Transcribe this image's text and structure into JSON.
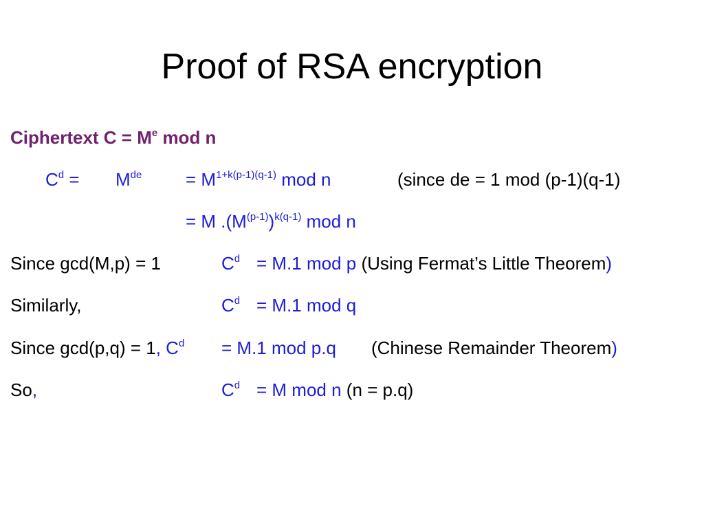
{
  "slide": {
    "title": "Proof of RSA encryption",
    "colors": {
      "purple": "#70216e",
      "blue": "#1c1cd6",
      "black": "#000000"
    },
    "line1": {
      "text": "Ciphertext C = M",
      "sup": "e",
      "tail": " mod n"
    },
    "line2": {
      "lhs": "C",
      "lhs_sup": "d",
      "eq": " =",
      "m": "M",
      "m_sup": "de",
      "rhs": "= M",
      "rhs_sup": "1+k(p-1)(q-1)",
      "rhs_tail": " mod n",
      "note": "(since de = 1 mod (p-1)(q-1)"
    },
    "line3": {
      "a": "= M .(M",
      "sup1": "(p-1)",
      "b": ")",
      "sup2": "k(q-1)",
      "c": " mod n"
    },
    "line4": {
      "label": "Since gcd(M,p) = 1",
      "c": "C",
      "c_sup": "d",
      "eq": "= M.1 mod p",
      "note": " (Using Fermat’s Little Theorem",
      "note_close": ")"
    },
    "line5": {
      "label": "Similarly,",
      "c": "C",
      "c_sup": "d",
      "eq": "= M.1 mod q"
    },
    "line6": {
      "label": "Since gcd(p,q) = 1",
      "comma": ", C",
      "c_sup": "d",
      "eq": "= M.1 mod p.q",
      "note": "(Chinese Remainder Theorem",
      "note_close": ")"
    },
    "line7": {
      "label": "So",
      "comma": ",",
      "c": "C",
      "c_sup": "d",
      "eq": "= M mod n",
      "note": " (n = p.q)"
    }
  }
}
